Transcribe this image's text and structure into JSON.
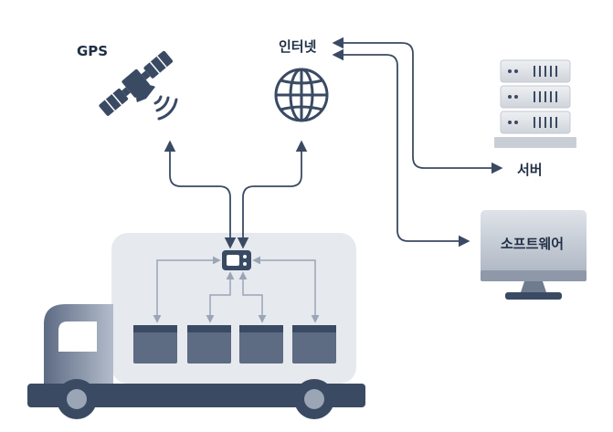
{
  "labels": {
    "gps": "GPS",
    "internet": "인터넷",
    "server": "서버",
    "software": "소프트웨어"
  },
  "icons": {
    "satellite": "satellite-icon",
    "globe": "globe-icon",
    "server": "server-rack-icon",
    "monitor": "monitor-icon",
    "truck": "truck-icon",
    "device": "tracking-device-icon",
    "cargo": "cargo-box-icon"
  },
  "colors": {
    "dark": "#3a4a63",
    "line": "#4a5a72",
    "light_line": "#9aa5b5",
    "truck_body": "#e6e9ee",
    "truck_cab": "#7d8aa0",
    "server": "#e2e5ea",
    "monitor": "#c9cfd8"
  }
}
